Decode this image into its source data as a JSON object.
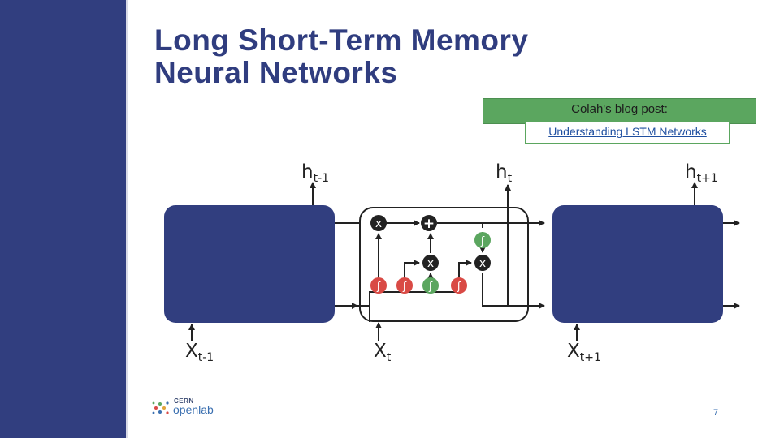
{
  "title_line1": "Long Short-Term Memory",
  "title_line2": "Neural Networks",
  "blog": {
    "label": "Colah's blog post:",
    "link": "Understanding LSTM Networks"
  },
  "labels": {
    "h_prev": {
      "base": "h",
      "sub": "t-1"
    },
    "h_cur": {
      "base": "h",
      "sub": "t"
    },
    "h_next": {
      "base": "h",
      "sub": "t+1"
    },
    "x_prev": {
      "base": "X",
      "sub": "t-1"
    },
    "x_cur": {
      "base": "X",
      "sub": "t"
    },
    "x_next": {
      "base": "X",
      "sub": "t+1"
    }
  },
  "cell": {
    "multiply_symbol": "x",
    "add_symbol": "+",
    "sigmoid_symbol": "ʃ",
    "tanh_symbol": "ʃ"
  },
  "logo": {
    "line1": "CERN",
    "line2": "openlab"
  },
  "page_number": "7",
  "colors": {
    "sidebar": "#313e7f",
    "block": "#313e7f",
    "sigmoid_gate": "#d94a45",
    "tanh_gate": "#5ba65f",
    "pointwise_op": "#222222",
    "blog_box": "#5ba65f"
  }
}
